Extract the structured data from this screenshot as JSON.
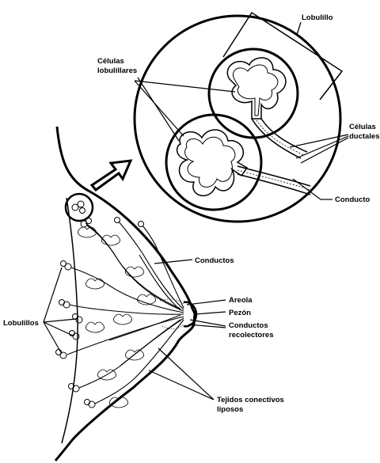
{
  "labels": {
    "lobulillo": "Lobulillo",
    "celulas_lobulillares_1": "Células",
    "celulas_lobulillares_2": "lobulillares",
    "celulas_ductales_1": "Células",
    "celulas_ductales_2": "ductales",
    "conducto": "Conducto",
    "conductos": "Conductos",
    "areola": "Areola",
    "pezon": "Pezón",
    "conductos_recolectores_1": "Conductos",
    "conductos_recolectores_2": "recolectores",
    "lobulillos": "Lobulillos",
    "tejidos_1": "Tejidos conectivos",
    "tejidos_2": "liposos"
  }
}
